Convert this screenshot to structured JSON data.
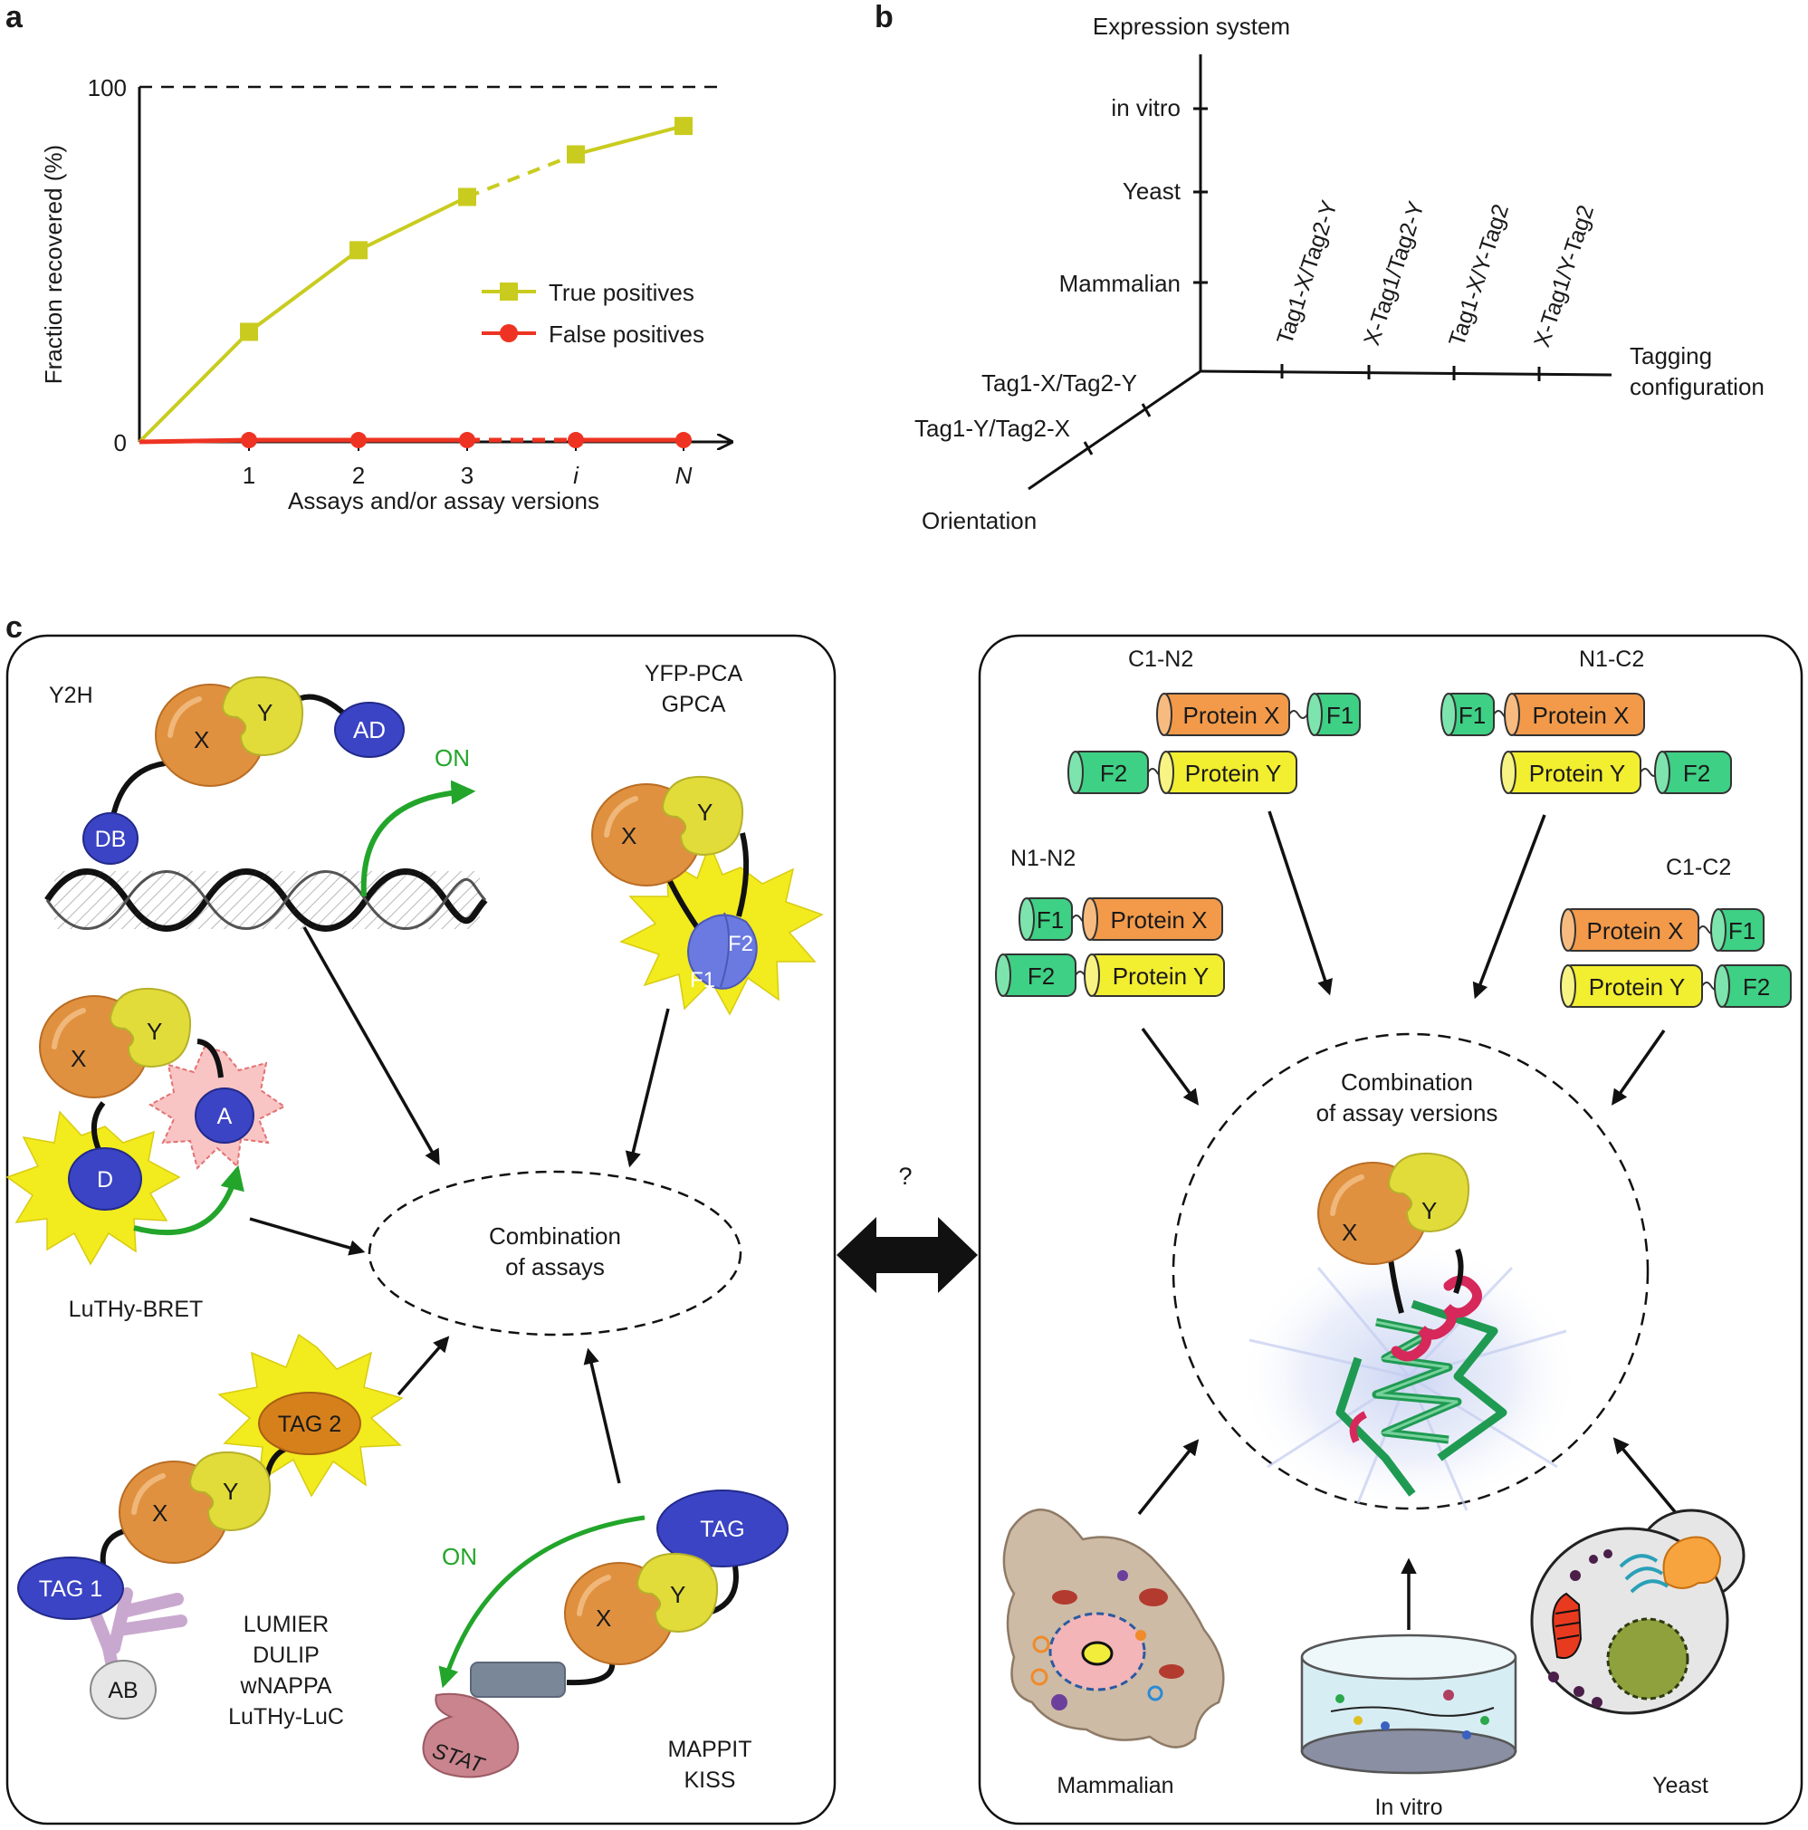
{
  "panel_labels": {
    "a": "a",
    "b": "b",
    "c": "c"
  },
  "chart_data": {
    "type": "line",
    "title": "",
    "xlabel": "Assays and/or assay versions",
    "ylabel": "Fraction recovered (%)",
    "ylim": [
      0,
      100
    ],
    "ytick_labels": [
      "0",
      "100"
    ],
    "categories": [
      "1",
      "2",
      "3",
      "i",
      "N"
    ],
    "series": [
      {
        "name": "True positives",
        "color": "#c9cc1f",
        "values": [
          31,
          54,
          69,
          81,
          89
        ]
      },
      {
        "name": "False positives",
        "color": "#ee3322",
        "values": [
          0.5,
          0.5,
          0.5,
          0.5,
          0.5
        ]
      }
    ],
    "legend_position": "center-right",
    "reference_line": {
      "value": 100,
      "style": "dashed"
    }
  },
  "panel_b": {
    "axis_vertical_title": "Expression system",
    "vertical_ticks": [
      "in vitro",
      "Yeast",
      "Mammalian"
    ],
    "axis_horizontal_title_line1": "Tagging",
    "axis_horizontal_title_line2": "configuration",
    "horizontal_ticks": [
      "Tag1-X/Tag2-Y",
      "X-Tag1/Tag2-Y",
      "Tag1-X/Y-Tag2",
      "X-Tag1/Y-Tag2"
    ],
    "axis_diagonal_title": "Orientation",
    "diagonal_ticks": [
      "Tag1-X/Tag2-Y",
      "Tag1-Y/Tag2-X"
    ]
  },
  "panel_c_left": {
    "y2h": {
      "label": "Y2H",
      "x": "X",
      "y": "Y",
      "ad": "AD",
      "db": "DB",
      "on": "ON"
    },
    "yfp_pca": {
      "label_line1": "YFP-PCA",
      "label_line2": "GPCA",
      "x": "X",
      "y": "Y",
      "f1": "F1",
      "f2": "F2"
    },
    "bret": {
      "label": "LuTHy-BRET",
      "x": "X",
      "y": "Y",
      "a": "A",
      "d": "D"
    },
    "lumier": {
      "labels": [
        "LUMIER",
        "DULIP",
        "wNAPPA",
        "LuTHy-LuC"
      ],
      "x": "X",
      "y": "Y",
      "tag1": "TAG 1",
      "tag2": "TAG 2",
      "ab": "AB"
    },
    "mappit": {
      "label_line1": "MAPPIT",
      "label_line2": "KISS",
      "x": "X",
      "y": "Y",
      "tag": "TAG",
      "stat": "STAT",
      "on": "ON"
    },
    "center_line1": "Combination",
    "center_line2": "of assays"
  },
  "question_mark": "?",
  "panel_c_right": {
    "c1n2": {
      "label": "C1-N2",
      "protein_x": "Protein X",
      "protein_y": "Protein Y",
      "f1": "F1",
      "f2": "F2"
    },
    "n1c2": {
      "label": "N1-C2",
      "protein_x": "Protein X",
      "protein_y": "Protein Y",
      "f1": "F1",
      "f2": "F2"
    },
    "n1n2": {
      "label": "N1-N2",
      "protein_x": "Protein X",
      "protein_y": "Protein Y",
      "f1": "F1",
      "f2": "F2"
    },
    "c1c2": {
      "label": "C1-C2",
      "protein_x": "Protein X",
      "protein_y": "Protein Y",
      "f1": "F1",
      "f2": "F2"
    },
    "center_line1": "Combination",
    "center_line2": "of assay versions",
    "x": "X",
    "y": "Y",
    "mammalian": "Mammalian",
    "in_vitro": "In vitro",
    "yeast": "Yeast"
  }
}
